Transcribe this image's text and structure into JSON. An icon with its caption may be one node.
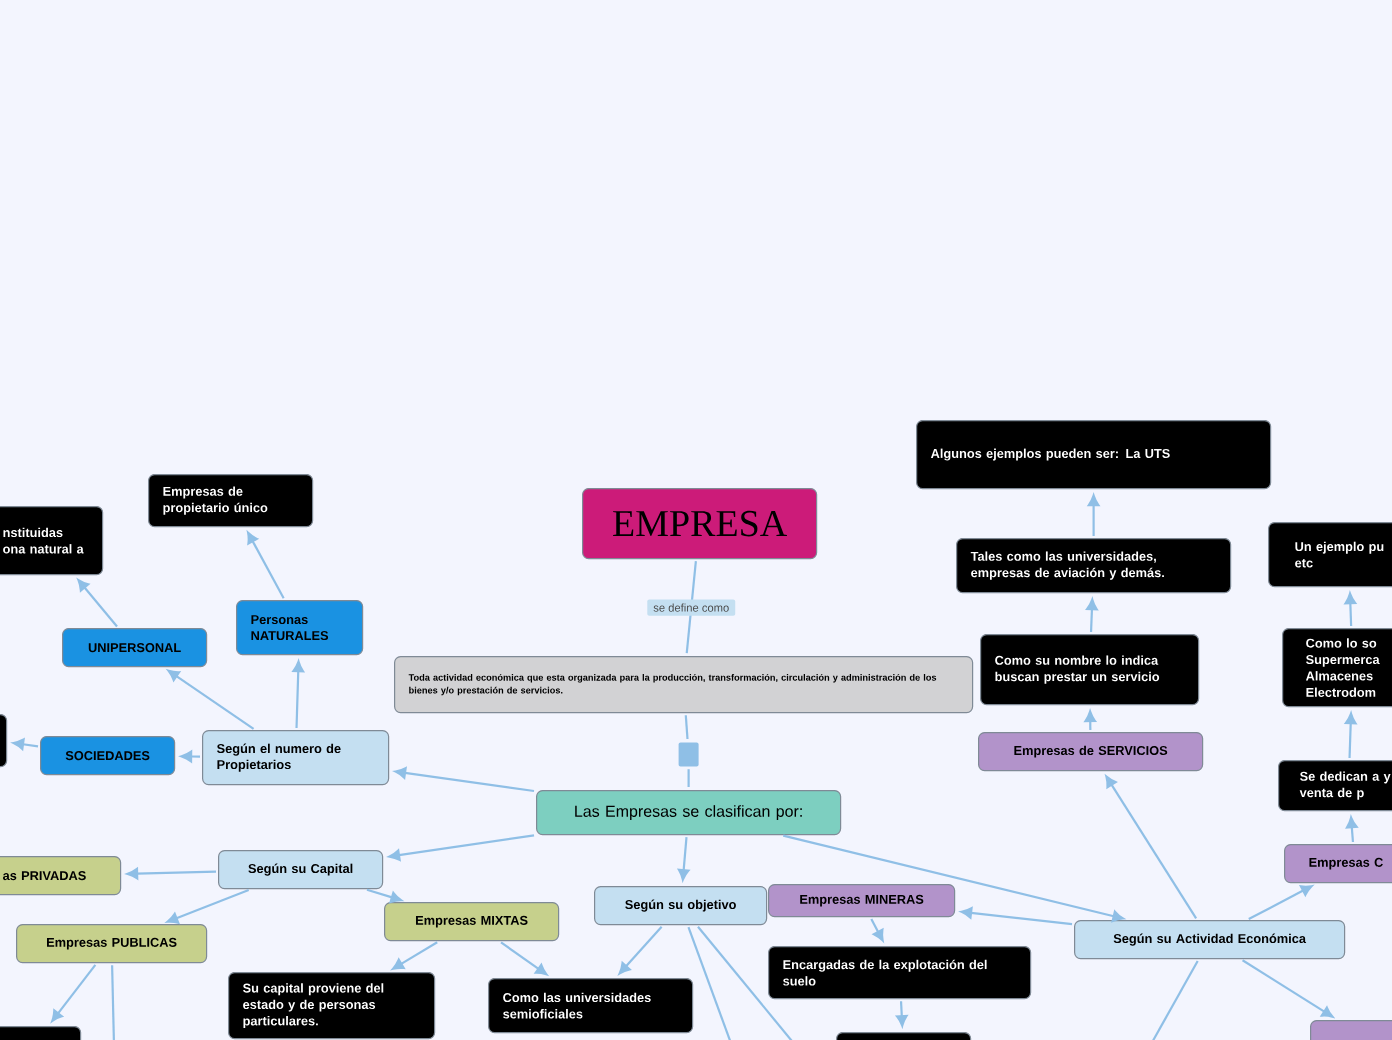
{
  "diagram": {
    "nodes": [
      {
        "text": [
          "EMPRESA"
        ]
      },
      {
        "text": [
          "Toda actividad económica que esta organizada para la producción, transformación, circulación y administración de los bienes y/o prestación de servicios."
        ]
      },
      {
        "text": [],
        "shape": "box"
      },
      {
        "text": [
          "Las Empresas se clasifican por:"
        ]
      },
      {
        "text": [
          "Según el numero de Propietarios"
        ]
      },
      {
        "text": [
          "Personas NATURALES"
        ]
      },
      {
        "text": [
          "Empresas de propietario único"
        ]
      },
      {
        "text": [
          "UNIPERSONAL"
        ]
      },
      {
        "text": [
          "nstituidas ona natural a"
        ]
      },
      {
        "text": [
          "SOCIEDADES"
        ]
      },
      {
        "text": [],
        "shape": "box"
      },
      {
        "text": [
          "Según su Capital"
        ]
      },
      {
        "text": [
          "as PRIVADAS"
        ]
      },
      {
        "text": [
          "Empresas PUBLICAS"
        ]
      },
      {
        "text": [],
        "shape": "box"
      },
      {
        "text": [
          "Empresas MIXTAS"
        ]
      },
      {
        "text": [
          "Su capital proviene del estado y de personas particulares."
        ]
      },
      {
        "text": [
          "Según su objetivo"
        ]
      },
      {
        "text": [
          "Como las universidades semioficiales"
        ]
      },
      {
        "text": [
          "Empresas MINERAS"
        ]
      },
      {
        "text": [
          "Encargadas de la explotación del suelo"
        ]
      },
      {
        "text": [],
        "shape": "box"
      },
      {
        "text": [
          "Según su Actividad Económica"
        ]
      },
      {
        "text": [
          "Empresas de SERVICIOS"
        ]
      },
      {
        "text": [
          "Como su nombre lo indica buscan prestar un servicio"
        ]
      },
      {
        "text": [
          "Tales como las universidades, empresas de aviación y demás."
        ]
      },
      {
        "text": [
          "Algunos ejemplos pueden ser: La UTS"
        ]
      },
      {
        "text": [
          "Empresas C"
        ]
      },
      {
        "text": [
          "Se dedican a y venta de p"
        ]
      },
      {
        "text": [
          "Como lo so Supermerca Almacenes Electrodom"
        ]
      },
      {
        "text": [
          "Un ejemplo pu etc"
        ]
      },
      {
        "text": [],
        "shape": "box"
      }
    ],
    "edges": [
      {
        "from": 0,
        "to": 1,
        "arrow": "none",
        "label": "se define como"
      },
      {
        "from": 1,
        "to": 2,
        "arrow": "none"
      },
      {
        "from": 2,
        "to": 3,
        "arrow": "none"
      },
      {
        "from": 3,
        "to": 4,
        "arrow": "to"
      },
      {
        "from": 4,
        "to": 5,
        "arrow": "to"
      },
      {
        "from": 5,
        "to": 6,
        "arrow": "to"
      },
      {
        "from": 4,
        "to": 7,
        "arrow": "to"
      },
      {
        "from": 7,
        "to": 8,
        "arrow": "to"
      },
      {
        "from": 4,
        "to": 9,
        "arrow": "to"
      },
      {
        "from": 9,
        "to": 10,
        "arrow": "to"
      },
      {
        "from": 3,
        "to": 11,
        "arrow": "to"
      },
      {
        "from": 11,
        "to": 12,
        "arrow": "to"
      },
      {
        "from": 11,
        "to": 13,
        "arrow": "to"
      },
      {
        "from": 11,
        "to": 15,
        "arrow": "to"
      },
      {
        "from": 13,
        "to": 14,
        "arrow": "to"
      },
      {
        "from": 13,
        "to": null,
        "arrow": "none"
      },
      {
        "from": 15,
        "to": 16,
        "arrow": "to"
      },
      {
        "from": 15,
        "to": 18,
        "arrow": "to"
      },
      {
        "from": 3,
        "to": 17,
        "arrow": "to"
      },
      {
        "from": 17,
        "to": 18,
        "arrow": "to"
      },
      {
        "from": 17,
        "to": null,
        "arrow": "none"
      },
      {
        "from": 17,
        "to": null,
        "arrow": "none"
      },
      {
        "from": 3,
        "to": 22,
        "arrow": "to"
      },
      {
        "from": 22,
        "to": 19,
        "arrow": "to"
      },
      {
        "from": 19,
        "to": 20,
        "arrow": "to"
      },
      {
        "from": 20,
        "to": 21,
        "arrow": "to"
      },
      {
        "from": 22,
        "to": 23,
        "arrow": "to"
      },
      {
        "from": 23,
        "to": 24,
        "arrow": "to"
      },
      {
        "from": 24,
        "to": 25,
        "arrow": "to"
      },
      {
        "from": 25,
        "to": 26,
        "arrow": "to"
      },
      {
        "from": 22,
        "to": 27,
        "arrow": "to"
      },
      {
        "from": 27,
        "to": 28,
        "arrow": "to"
      },
      {
        "from": 28,
        "to": 29,
        "arrow": "to"
      },
      {
        "from": 29,
        "to": 30,
        "arrow": "to"
      },
      {
        "from": 22,
        "to": 31,
        "arrow": "to"
      },
      {
        "from": 22,
        "to": null,
        "arrow": "none"
      }
    ]
  }
}
